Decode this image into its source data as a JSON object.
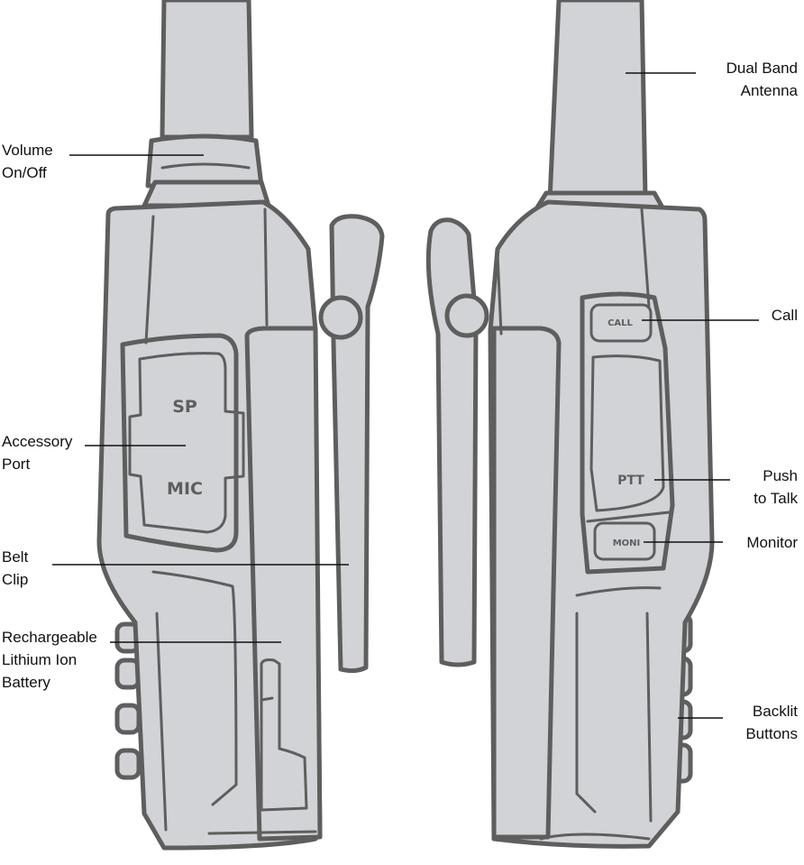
{
  "colors": {
    "body_fill": "#d2d3d7",
    "outline": "#5e5e5e",
    "leader": "#111111"
  },
  "radio_labels": {
    "sp": "SP",
    "mic": "MIC",
    "call": "CALL",
    "ptt": "PTT",
    "moni": "MONI"
  },
  "callouts": {
    "volume": [
      "Volume",
      "On/Off"
    ],
    "accessory_port": [
      "Accessory",
      "Port"
    ],
    "belt_clip": [
      "Belt",
      "Clip"
    ],
    "battery": [
      "Rechargeable",
      "Lithium Ion",
      "Battery"
    ],
    "antenna": [
      "Dual Band",
      "Antenna"
    ],
    "call": [
      "Call"
    ],
    "ptt": [
      "Push",
      "to Talk"
    ],
    "monitor": [
      "Monitor"
    ],
    "backlit": [
      "Backlit",
      "Buttons"
    ]
  }
}
